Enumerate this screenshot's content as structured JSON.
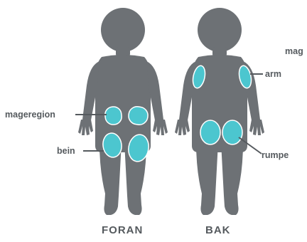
{
  "colors": {
    "body": "#6d7175",
    "site": "#4cc6cf",
    "site_outline": "#ffffff",
    "text": "#555a5e",
    "leader": "#555a5e"
  },
  "front": {
    "caption": "FORAN",
    "labels": {
      "abdomen": "mageregion",
      "leg": "bein"
    }
  },
  "back": {
    "caption": "BAK",
    "labels": {
      "abdomen_cut": "mag",
      "arm": "arm",
      "buttocks": "rumpe"
    }
  }
}
